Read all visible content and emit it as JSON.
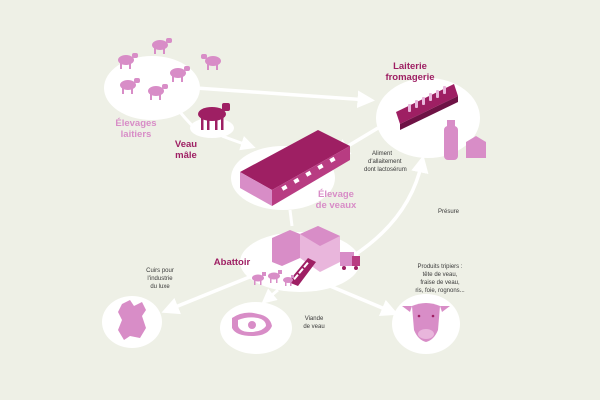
{
  "colors": {
    "background": "#eef0e6",
    "ellipse": "#ffffff",
    "magenta": "#9e1f63",
    "pink": "#d88dc7",
    "light_pink": "#e9b6dc",
    "arrow": "#ffffff",
    "text": "#3a3a3a"
  },
  "nodes": {
    "elevages_laitiers": {
      "line1": "Élevages",
      "line2": "laitiers",
      "icon": "sheep-flock-icon"
    },
    "veau_male": {
      "line1": "Veau",
      "line2": "mâle",
      "icon": "calf-icon"
    },
    "laiterie": {
      "line1": "Laiterie",
      "line2": "fromagerie",
      "icon": "dairy-plant-icon"
    },
    "elevage_veaux": {
      "line1": "Élevage",
      "line2": "de veaux",
      "icon": "barn-icon"
    },
    "abattoir": {
      "label": "Abattoir",
      "icon": "slaughterhouse-icon"
    },
    "cuirs": {
      "line1": "Cuirs pour",
      "line2": "l'industrie",
      "line3": "du luxe",
      "icon": "hide-icon"
    },
    "viande": {
      "line1": "Viande",
      "line2": "de veau",
      "icon": "steak-icon"
    },
    "produits_tripiers": {
      "line1": "Produits tripiers :",
      "line2": "tête de veau,",
      "line3": "fraise de veau,",
      "line4": "ris, foie, rognons...",
      "icon": "calf-head-icon"
    }
  },
  "flows": {
    "aliment_line1": "Aliment",
    "aliment_line2": "d'allaitement",
    "aliment_line3": "dont lactosérum",
    "presure": "Présure"
  }
}
